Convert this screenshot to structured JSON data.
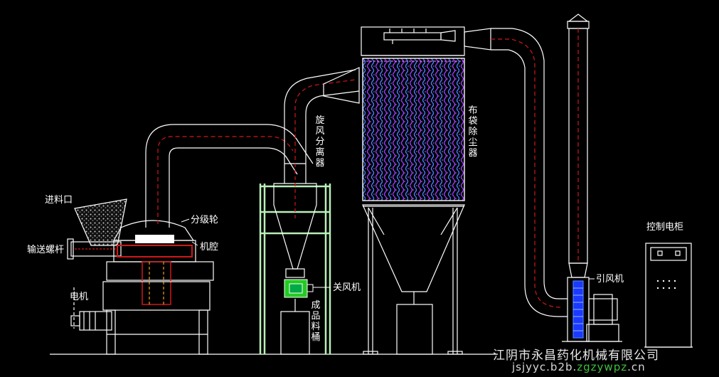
{
  "labels": {
    "feed_inlet": "进料口",
    "screw_conveyor": "输送螺杆",
    "motor": "电机",
    "classifier_wheel": "分级轮",
    "mill_chamber": "机腔",
    "cyclone_separator": "旋风分离器",
    "bag_filter": "布袋除尘器",
    "airlock_valve": "关风机",
    "product_bin": "成品料桶",
    "induced_draft_fan": "引风机",
    "control_cabinet": "控制电柜"
  },
  "watermark": {
    "company": "江阴市永昌药化机械有限公司",
    "url_prefix": "jsjyyc.b2b.",
    "url_green": "zgzywpz",
    "url_suffix": ".cn"
  },
  "colors": {
    "outline": "#ffffff",
    "frame_green": "#b8f0b8",
    "valve_green": "#22cc22",
    "hot_red": "#d01818",
    "filter_purple": "#9a3cff",
    "filter_blue": "#4a7cff",
    "ink_black": "#000000"
  }
}
